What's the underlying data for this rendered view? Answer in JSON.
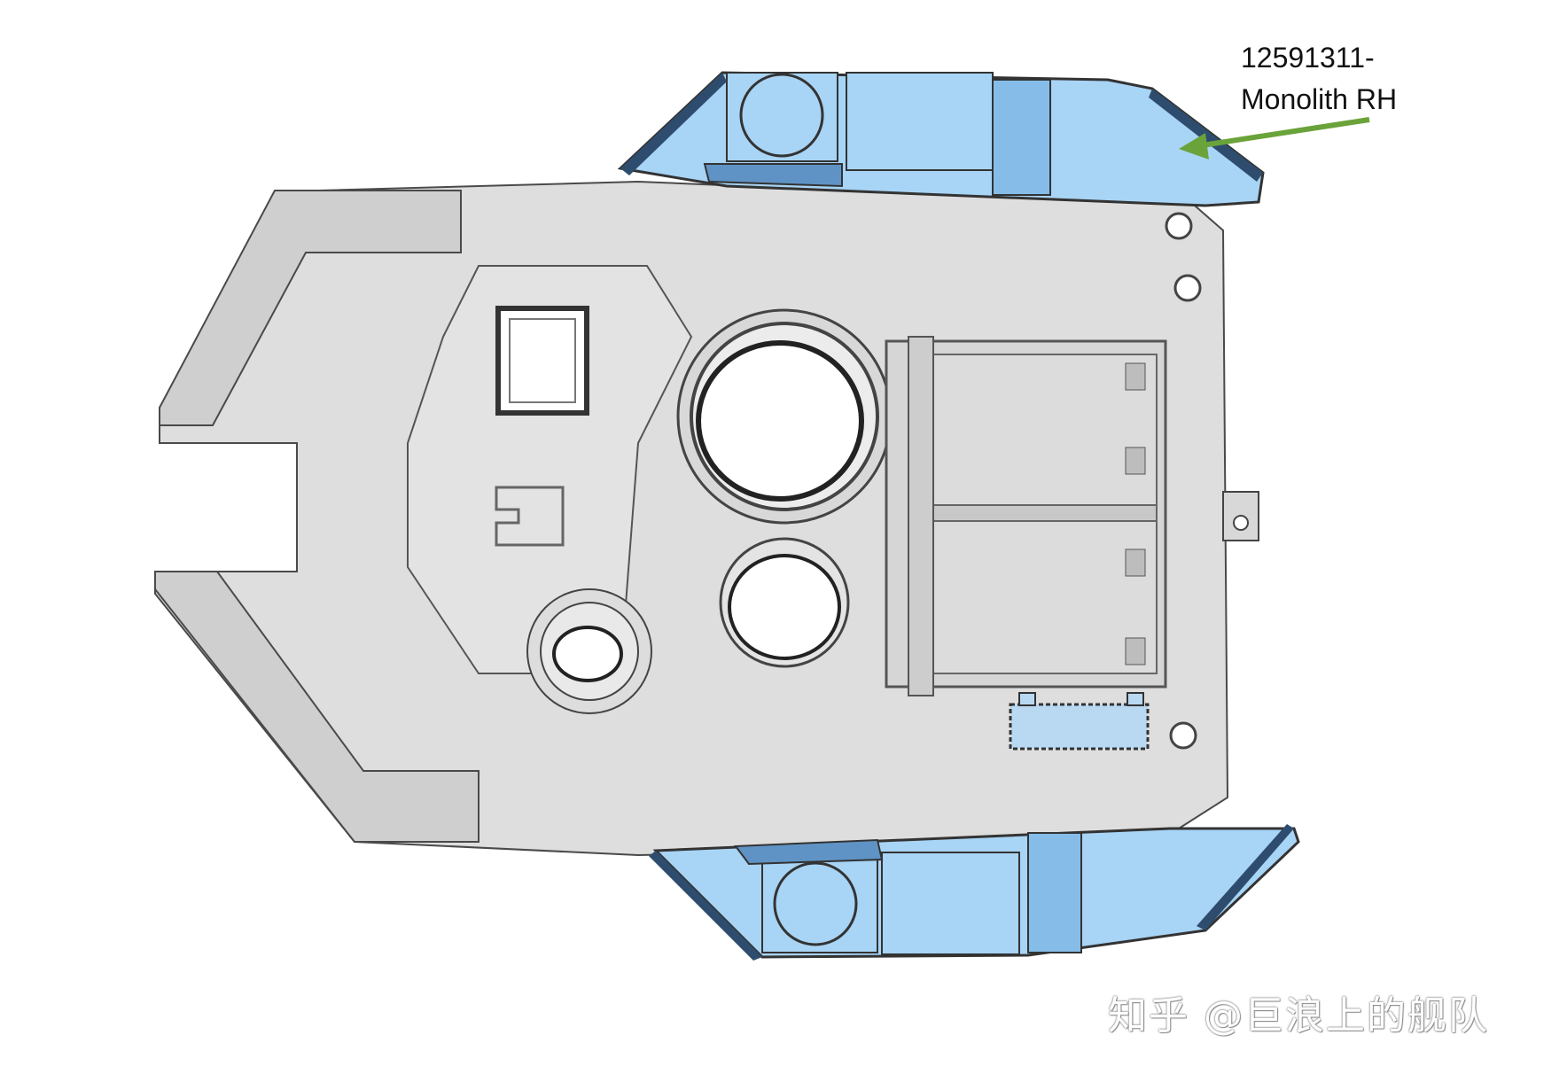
{
  "callout": {
    "part_number": "12591311-",
    "part_name": "Monolith RH",
    "arrow_color": "#6aa33a"
  },
  "watermark": {
    "text": "知乎 @巨浪上的舰队"
  },
  "colors": {
    "highlight_fill": "#a8d4f5",
    "highlight_dark": "#5f93c5",
    "hull_fill": "#dcdcdc",
    "hull_dark": "#c4c4c4",
    "line": "#4a4a4a"
  }
}
